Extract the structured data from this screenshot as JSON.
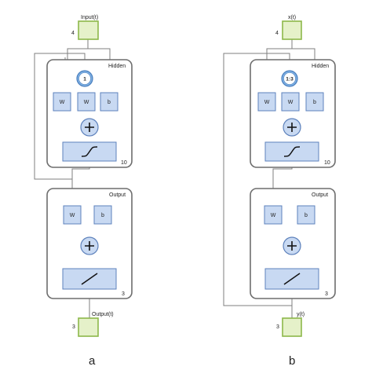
{
  "diagrams": [
    {
      "input_label": "Input(t)",
      "input_size": "4",
      "hidden": {
        "title": "Hidden",
        "delay": "1",
        "weights": [
          "W",
          "W",
          "b"
        ],
        "size": "10"
      },
      "output": {
        "title": "Output",
        "weights": [
          "W",
          "b"
        ],
        "size": "3"
      },
      "output_label": "Output(t)",
      "output_size": "3",
      "caption": "a"
    },
    {
      "input_label": "x(t)",
      "input_size": "4",
      "hidden": {
        "title": "Hidden",
        "delay": "1:3",
        "weights": [
          "W",
          "W",
          "b"
        ],
        "size": "10"
      },
      "output": {
        "title": "Output",
        "weights": [
          "W",
          "b"
        ],
        "size": "3"
      },
      "output_label": "y(t)",
      "output_size": "3",
      "caption": "b"
    }
  ]
}
